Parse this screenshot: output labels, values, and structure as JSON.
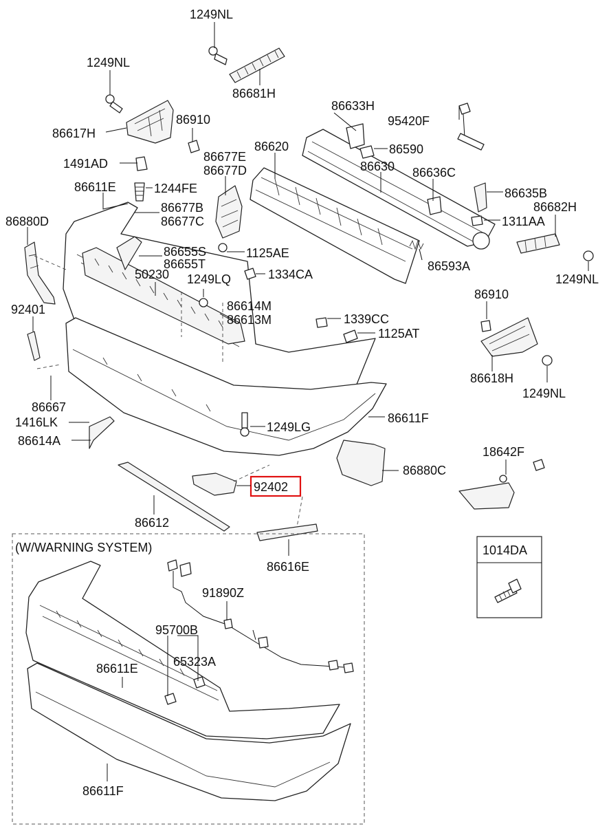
{
  "labels": {
    "p1249nl_top": "1249NL",
    "p86681h": "86681H",
    "p1249nl_left": "1249NL",
    "p86617h": "86617H",
    "p86910_top": "86910",
    "p1491ad": "1491AD",
    "p86611e": "86611E",
    "p1244fe": "1244FE",
    "p86677e": "86677E",
    "p86677d": "86677D",
    "p86620": "86620",
    "p86633h": "86633H",
    "p95420f": "95420F",
    "p86590": "86590",
    "p86630": "86630",
    "p86636c": "86636C",
    "p86635b": "86635B",
    "p86682h": "86682H",
    "p1311aa": "1311AA",
    "p86880d": "86880D",
    "p86677b": "86677B",
    "p86677c": "86677C",
    "p86655s": "86655S",
    "p86655t": "86655T",
    "p1125ae": "1125AE",
    "p86593a": "86593A",
    "p1249nl_right": "1249NL",
    "p50230": "50230",
    "p1249lq": "1249LQ",
    "p1334ca": "1334CA",
    "p92401": "92401",
    "p86614m": "86614M",
    "p86613m": "86613M",
    "p86910_right": "86910",
    "p1339cc": "1339CC",
    "p1125at": "1125AT",
    "p86618h": "86618H",
    "p1249nl_right2": "1249NL",
    "p86667": "86667",
    "p1416lk": "1416LK",
    "p86614a": "86614A",
    "p1249lg": "1249LG",
    "p86611f": "86611F",
    "p18642f": "18642F",
    "p86880c": "86880C",
    "p92402": "92402",
    "p86612": "86612",
    "p86616e": "86616E",
    "p1014da": "1014DA",
    "section_title": "(W/WARNING SYSTEM)",
    "p91890z": "91890Z",
    "p95700b": "95700B",
    "p65323a": "65323A",
    "p86611e_inset": "86611E",
    "p86611f_inset": "86611F"
  },
  "highlight": {
    "part": "92402",
    "color": "#e01010"
  }
}
